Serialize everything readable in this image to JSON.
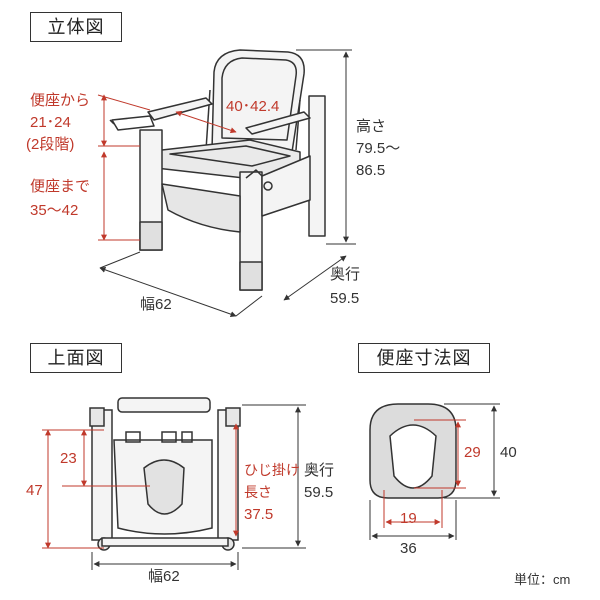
{
  "titles": {
    "perspective": "立体図",
    "top": "上面図",
    "seat": "便座寸法図"
  },
  "perspective": {
    "seat_from_label": "便座から",
    "seat_from_value": "21･24",
    "seat_from_note": "(2段階)",
    "seat_to_label": "便座まで",
    "seat_to_value": "35～42",
    "armrest_span": "40･42.4",
    "height_label": "高さ",
    "height_value_1": "79.5～",
    "height_value_2": "86.5",
    "depth_label": "奥行",
    "depth_value": "59.5",
    "width_label": "幅62"
  },
  "top_view": {
    "left_47": "47",
    "left_23": "23",
    "elbow_label_1": "ひじ掛け",
    "elbow_label_2": "長さ",
    "elbow_value": "37.5",
    "depth_label": "奥行",
    "depth_value": "59.5",
    "width_label": "幅62"
  },
  "seat_view": {
    "inner_29": "29",
    "outer_40": "40",
    "inner_19": "19",
    "outer_36": "36"
  },
  "unit": "単位：cm",
  "colors": {
    "line": "#333333",
    "dim_red": "#c0392b",
    "seat_fill": "#d8d8d8",
    "bowl_fill": "#cfcfcf"
  }
}
